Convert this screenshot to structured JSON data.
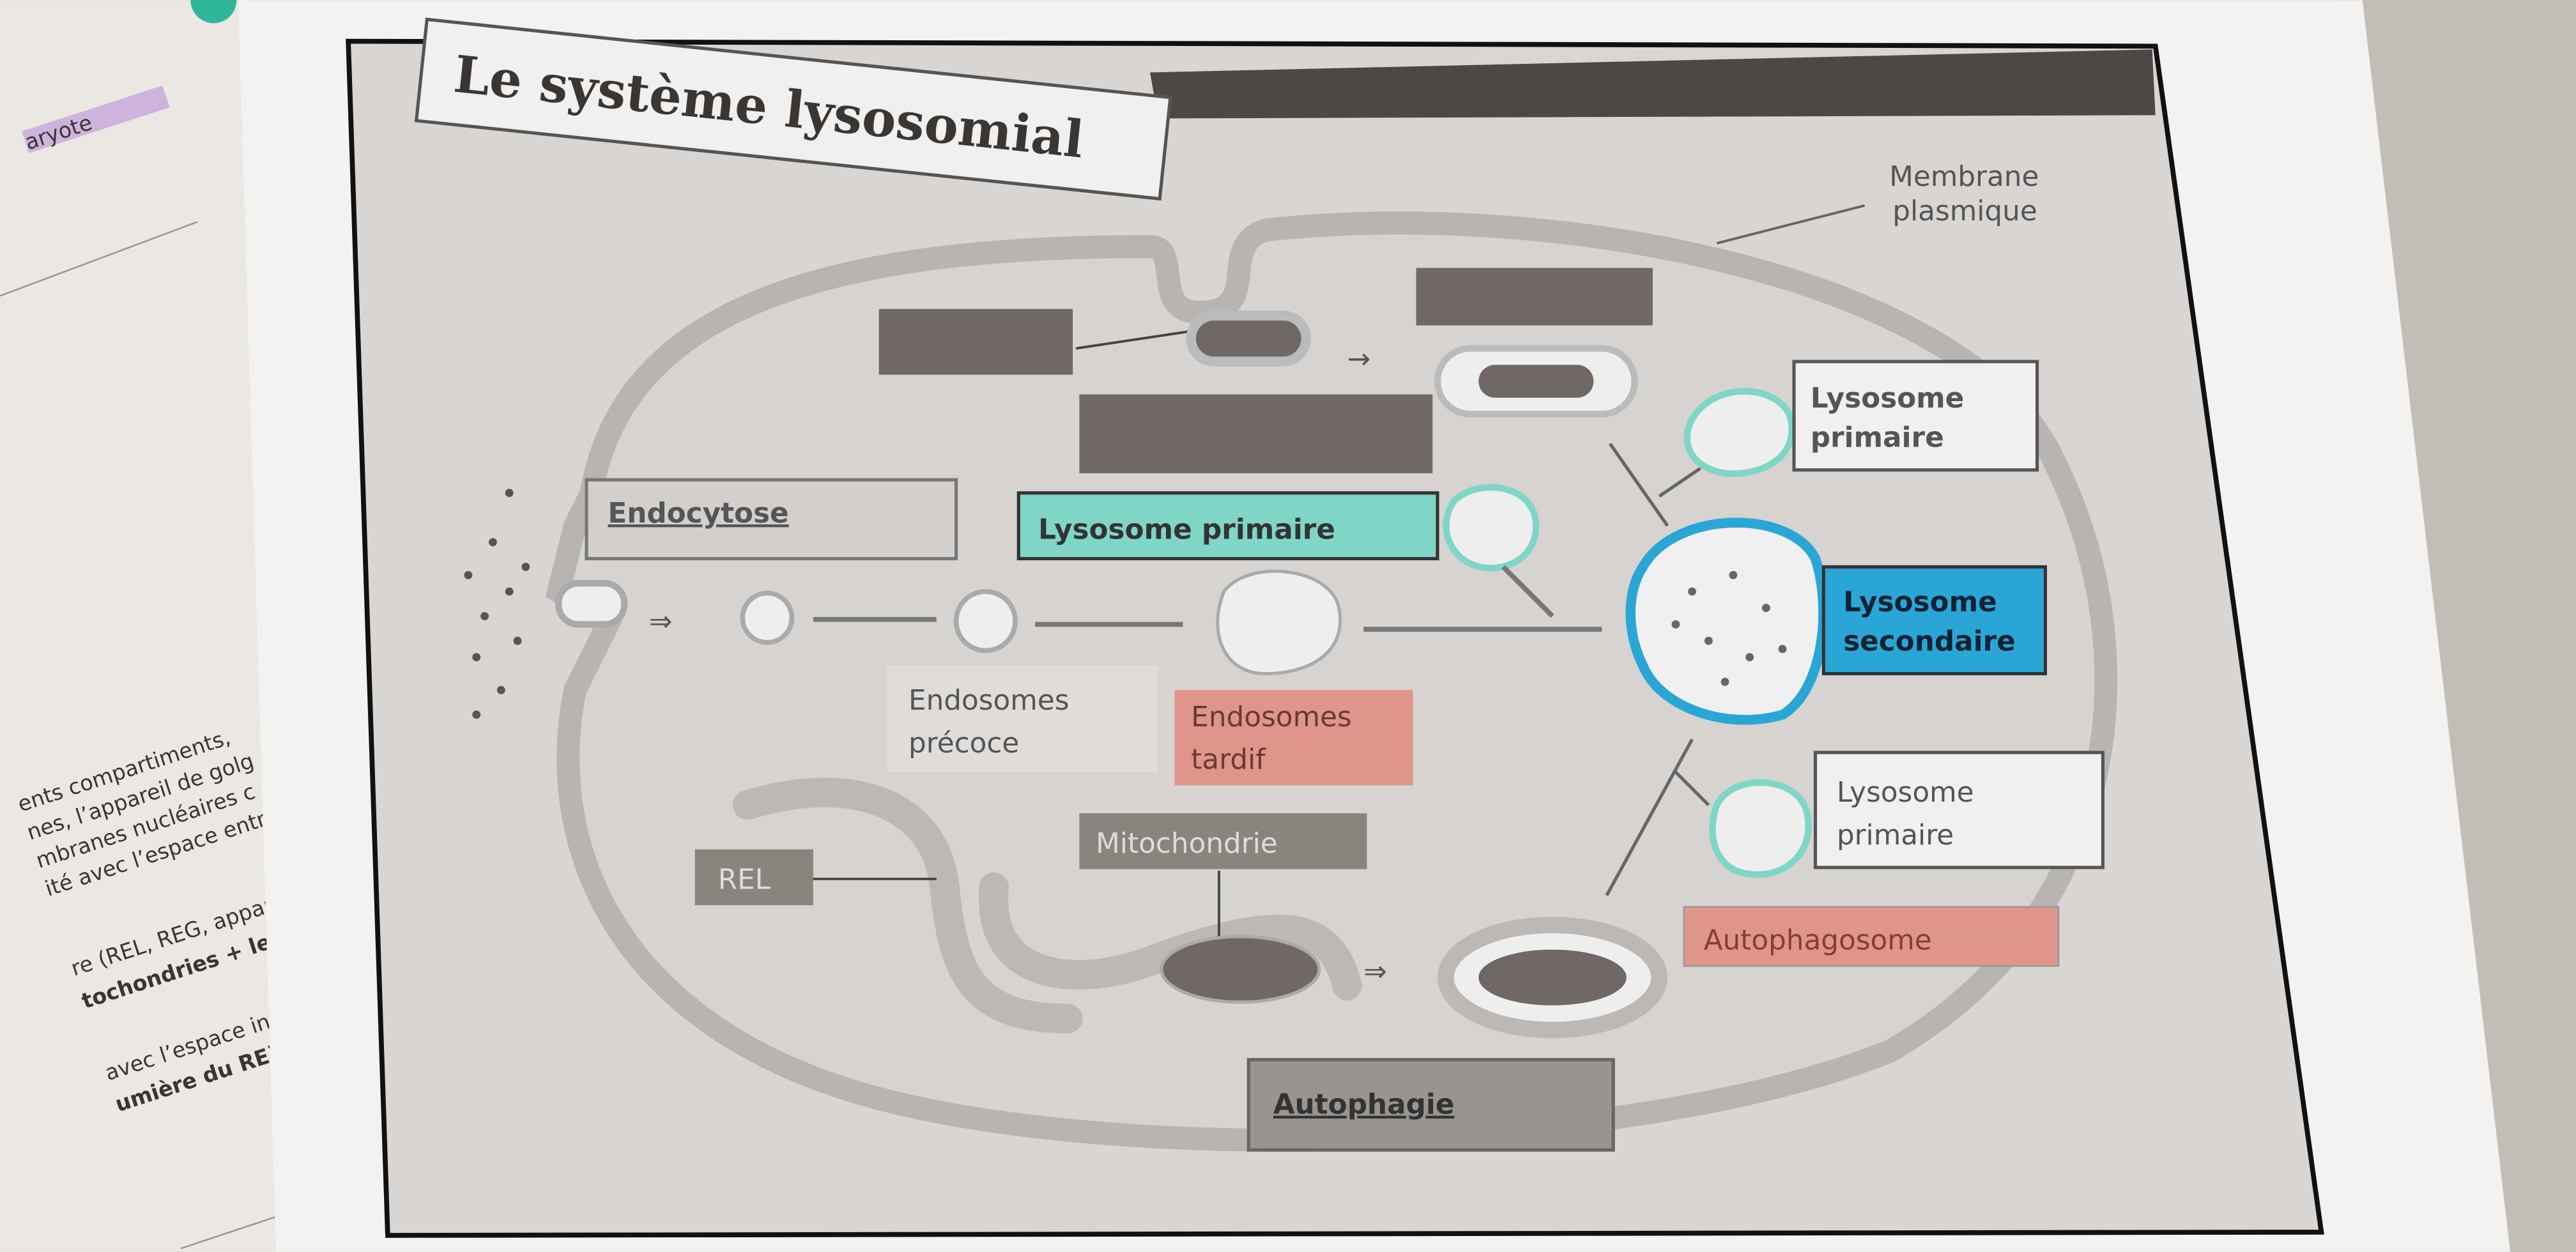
{
  "left_page": {
    "highlight_word": "aryote",
    "lines": [
      "ents compartiments,",
      "nes, l’appareil de golg",
      "mbranes nucléaires c",
      "ité avec l’espace entr",
      "re (REL, REG, apparei",
      "tochondries + le perc",
      "avec l’espace inter-m",
      "umière du RE), c’est"
    ]
  },
  "diagram": {
    "title": "Le système lysosomial",
    "labels": {
      "membrane_line1": "Membrane",
      "membrane_line2": "plasmique",
      "lysosome_primaire_top_1": "Lysosome",
      "lysosome_primaire_top_2": "primaire",
      "endocytose": "Endocytose",
      "lysosome_primaire_center": "Lysosome primaire",
      "lysosome_secondaire_1": "Lysosome",
      "lysosome_secondaire_2": "secondaire",
      "endosomes_precoce_1": "Endosomes",
      "endosomes_precoce_2": "précoce",
      "endosomes_tardif_1": "Endosomes",
      "endosomes_tardif_2": "tardif",
      "lysosome_primaire_bottom_1": "Lysosome",
      "lysosome_primaire_bottom_2": "primaire",
      "mitochondrie": "Mitochondrie",
      "rel": "REL",
      "autophagosome": "Autophagosome",
      "autophagie": "Autophagie"
    },
    "colors": {
      "teal": "#7fd6c6",
      "blue": "#2aa6d6",
      "red": "#e0958a",
      "dark_box": "#6f6864"
    }
  }
}
